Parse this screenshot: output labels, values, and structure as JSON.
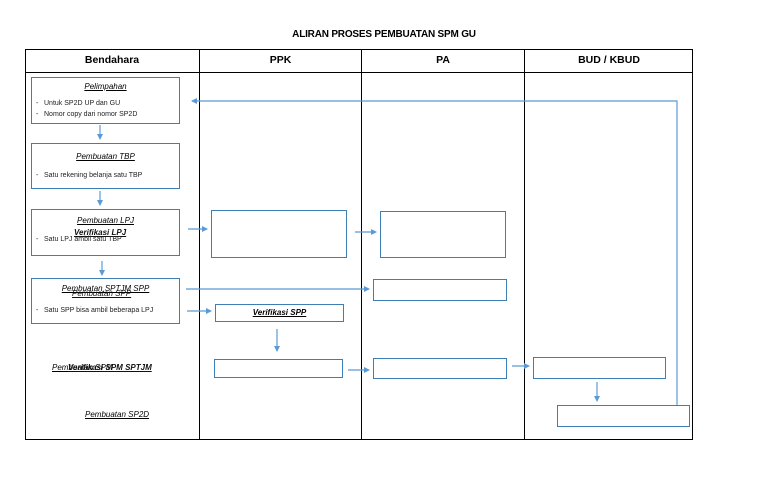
{
  "title": "ALIRAN PROSES PEMBUATAN SPM GU",
  "columns": [
    "Bendahara",
    "PPK",
    "PA",
    "BUD / KBUD"
  ],
  "colors": {
    "box_border": "#3d7fb5",
    "arrow": "#5b9bd5",
    "grid": "#000000"
  },
  "bendahara": {
    "pelimpahan": {
      "title": "Pelimpahan",
      "lines": [
        "Untuk SP2D UP dan GU",
        "Nomor copy dari nomor SP2D"
      ]
    },
    "tbp": {
      "title": "Pembuatan TBP",
      "lines": [
        "Satu rekening belanja satu TBP"
      ]
    },
    "lpj": {
      "title": "Pembuatan LPJ",
      "overlap_text": "Verifikasi LPJ",
      "lines": [
        "Satu LPJ ambil satu TBP"
      ]
    },
    "spp": {
      "title": "Pembuatan SPTJM SPP",
      "overlap_text": "Pembuatan SPP",
      "lines": [
        "Satu SPP bisa ambil beberapa LPJ"
      ]
    },
    "spm_label": "Pembuatan SPM",
    "spm_overlap_text": "Verifikasi SPM SPTJM",
    "sp2d_label": "Pembuatan SP2D"
  },
  "ppk": {
    "verifikasi_spp": "Verifikasi SPP"
  }
}
